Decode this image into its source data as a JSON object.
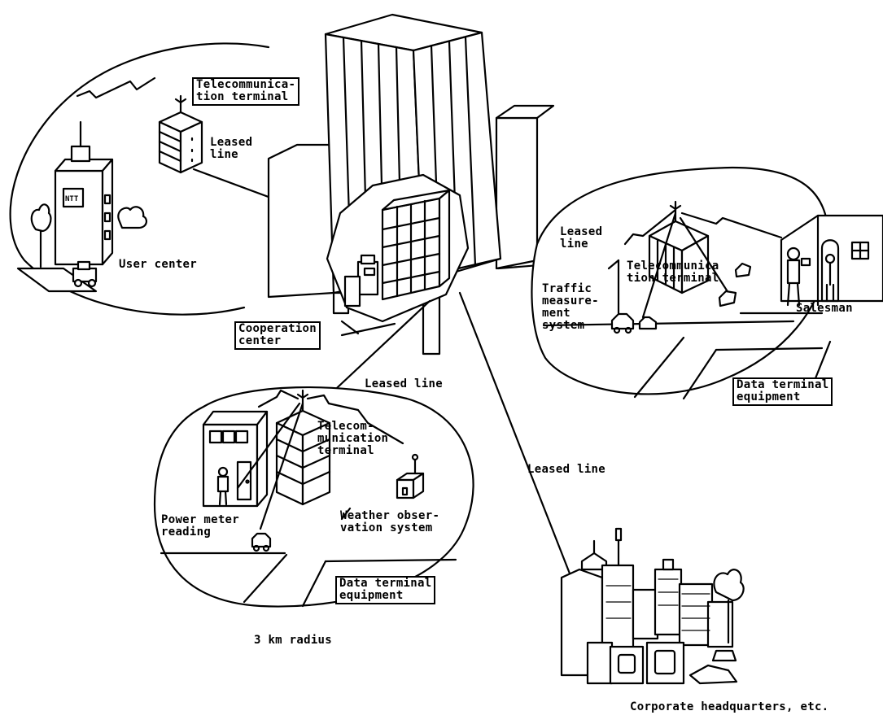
{
  "labels": {
    "telecom_terminal_top": "Telecommunica-\ntion terminal",
    "leased_line_top": "Leased\nline",
    "user_center": "User center",
    "cooperation_center": "Cooperation\ncenter",
    "leased_line_right": "Leased\nline",
    "telecom_terminal_right": "Telecommunica\ntion terminal",
    "traffic_system": "Traffic\nmeasure-\nment\nsystem",
    "salesman": "Salesman",
    "data_terminal_right": "Data terminal\nequipment",
    "leased_line_middle": "Leased line",
    "telecom_terminal_bottom": "Telecom-\nmunication\nterminal",
    "power_meter": "Power meter\nreading",
    "weather_system": "Weather obser-\nvation system",
    "data_terminal_bottom": "Data terminal\nequipment",
    "radius": "3 km radius",
    "leased_line_lower": "Leased line",
    "corporate_hq": "Corporate headquarters, etc.",
    "logo_text": "NTT"
  }
}
